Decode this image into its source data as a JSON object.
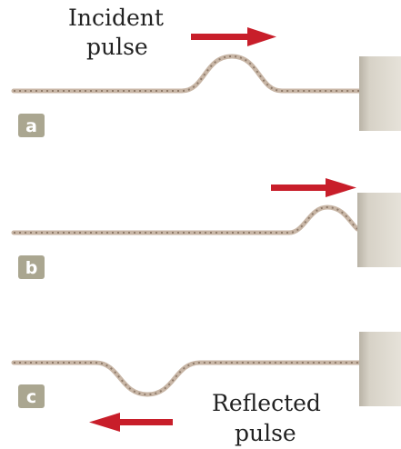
{
  "labels": {
    "incident_line1": "Incident",
    "incident_line2": "pulse",
    "reflected_line1": "Reflected",
    "reflected_line2": "pulse"
  },
  "panels": [
    {
      "letter": "a",
      "pulse": "upright",
      "direction": "right"
    },
    {
      "letter": "b",
      "pulse": "upright",
      "direction": "right"
    },
    {
      "letter": "c",
      "pulse": "inverted",
      "direction": "left"
    }
  ],
  "colors": {
    "rope": "#c8b6a6",
    "rope_twist": "#8f7b6a",
    "arrow": "#c81e2a",
    "wall": "#d7d2c7",
    "wall_shade": "#b9b3a6",
    "badge": "#aaa690"
  }
}
